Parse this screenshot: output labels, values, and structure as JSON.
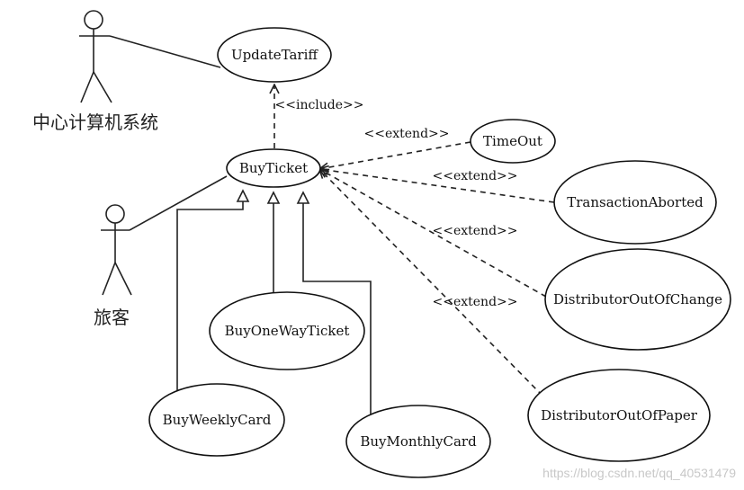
{
  "actors": {
    "central_system": "中心计算机系统",
    "traveler": "旅客"
  },
  "use_cases": {
    "update_tariff": "UpdateTariff",
    "buy_ticket": "BuyTicket",
    "time_out": "TimeOut",
    "transaction_aborted": "TransactionAborted",
    "distributor_out_of_change": "DistributorOutOfChange",
    "distributor_out_of_paper": "DistributorOutOfPaper",
    "buy_one_way_ticket": "BuyOneWayTicket",
    "buy_weekly_card": "BuyWeeklyCard",
    "buy_monthly_card": "BuyMonthlyCard"
  },
  "stereotypes": {
    "include": "<<include>>",
    "extend_time_out": "<<extend>>",
    "extend_transaction_aborted": "<<extend>>",
    "extend_out_of_change": "<<extend>>",
    "extend_out_of_paper": "<<extend>>"
  },
  "watermark": "https://blog.csdn.net/qq_40531479"
}
